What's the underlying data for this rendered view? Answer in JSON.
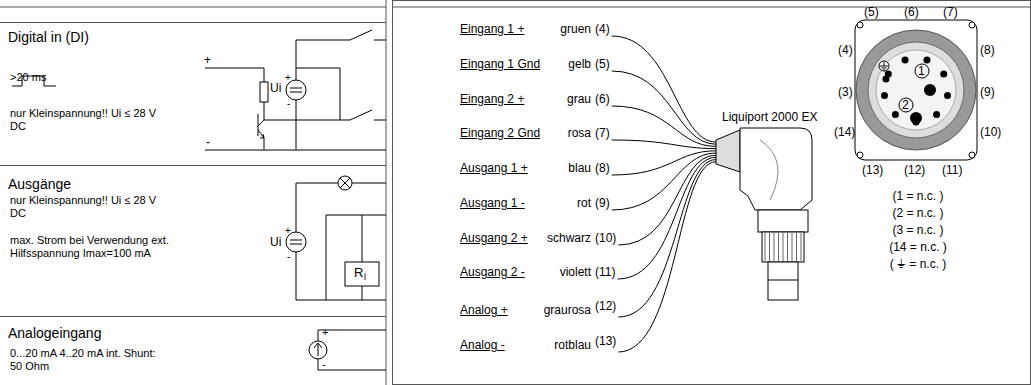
{
  "diagram": {
    "nodes": [
      {
        "text": [
          "Digital in (DI)",
          ">20 ms",
          "nur Kleinspannung!! Ui ≤ 28 V DC"
        ]
      },
      {
        "text": [
          "Ausgänge",
          "nur Kleinspannung!! Ui ≤ 28 V DC",
          "max. Strom bei Verwendung ext. Hilfsspannung Imax=100 mA"
        ]
      },
      {
        "text": [
          "Analogeingang",
          "0...20 mA 4..20 mA int. Shunt: 50 Ohm"
        ]
      }
    ],
    "labels": [
      "+",
      "-",
      "Ui",
      "+",
      "-",
      "Ui",
      "+",
      "-",
      "R",
      "l",
      "+",
      "-",
      "Eingang 1 +",
      "gruen",
      "(4)",
      "Eingang 1 Gnd",
      "gelb",
      "(5)",
      "Eingang 2 +",
      "grau",
      "(6)",
      "Eingang 2 Gnd",
      "rosa",
      "(7)",
      "Ausgang 1 +",
      "blau",
      "(8)",
      "Ausgang 1 -",
      "rot",
      "(9)",
      "Ausgang 2 +",
      "schwarz",
      "(10)",
      "Ausgang 2 -",
      "violett",
      "(11)",
      "Analog +",
      "graurosa",
      "(12)",
      "Analog -",
      "rotblau",
      "(13)",
      "Liquiport 2000 EX",
      "(5)",
      "(6)",
      "(7)",
      "(4)",
      "(8)",
      "(3)",
      "(9)",
      "(14)",
      "(10)",
      "(13)",
      "(12)",
      "(11)",
      "1",
      "2",
      "(1 = n.c. )",
      "(2 = n.c. )",
      "(3 = n.c. )",
      "(14 = n.c. )",
      "( ⏚ = n.c. )"
    ]
  }
}
